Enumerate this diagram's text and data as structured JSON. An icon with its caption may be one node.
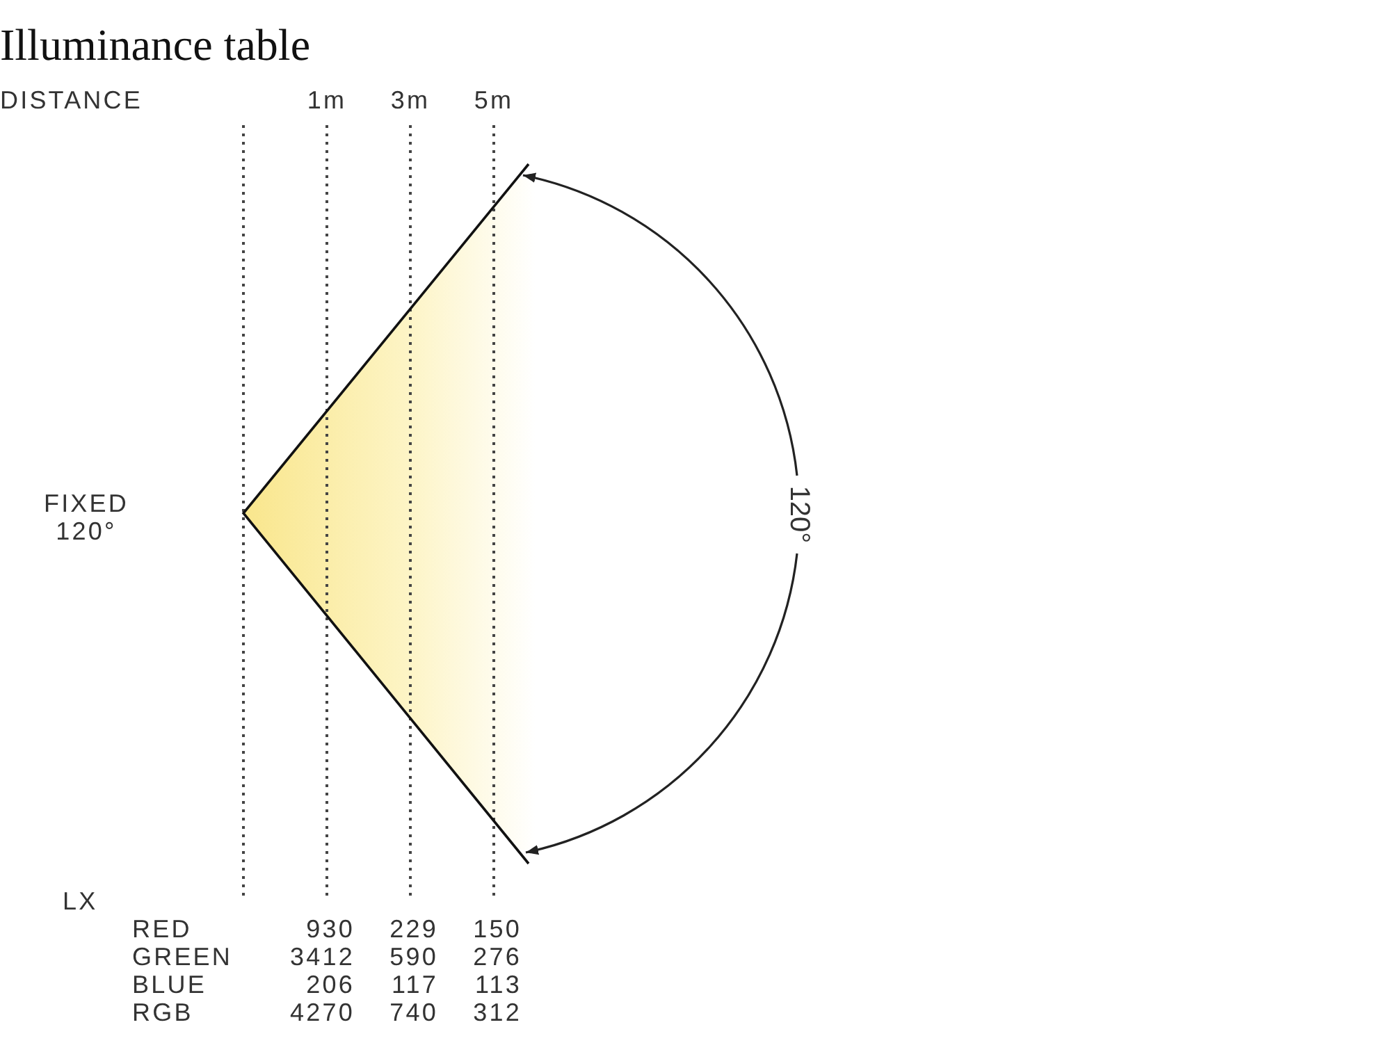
{
  "diagram": {
    "title": "Illuminance table",
    "labels": [
      "DISTANCE",
      "1m",
      "3m",
      "5m",
      "FIXED 120°",
      "120°",
      "LX",
      "RED",
      "930",
      "229",
      "150",
      "GREEN",
      "3412",
      "590",
      "276",
      "BLUE",
      "206",
      "117",
      "113",
      "RGB",
      "4270",
      "740",
      "312"
    ]
  }
}
